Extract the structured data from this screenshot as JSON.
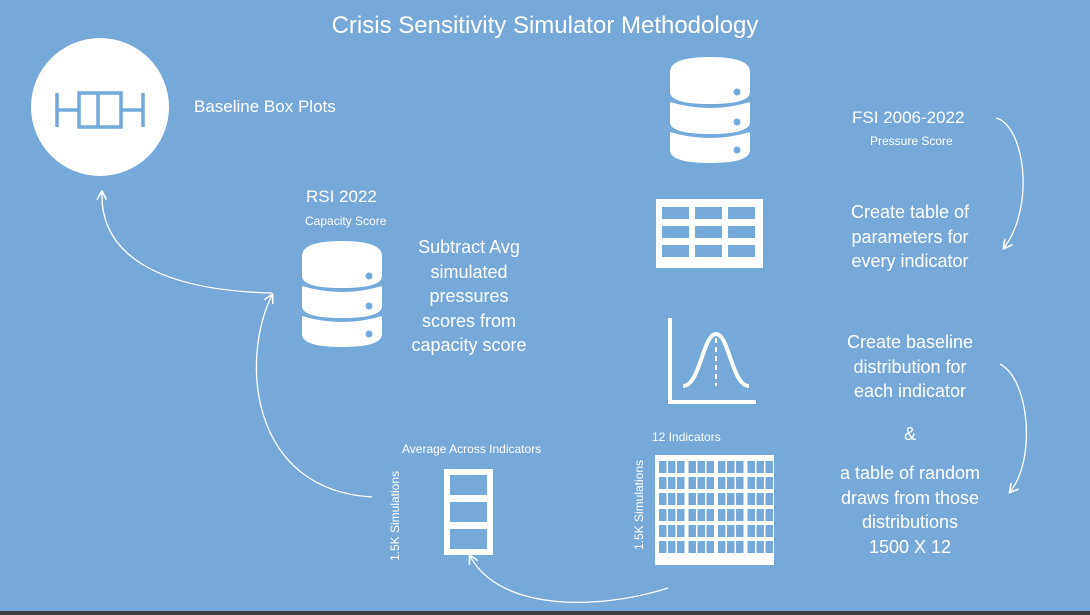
{
  "title": "Crisis Sensitivity Simulator Methodology",
  "baseline_box_plots": {
    "label": "Baseline Box Plots",
    "icon": "box-plot-icon"
  },
  "fsi": {
    "title": "FSI 2006-2022",
    "subtitle": "Pressure Score",
    "icon": "database-icon"
  },
  "table_step": {
    "lines": [
      "Create table of",
      "parameters for",
      "every indicator"
    ],
    "icon": "table-icon"
  },
  "distribution_step": {
    "lines": [
      "Create baseline",
      "distribution for",
      "each indicator"
    ],
    "icon": "bell-curve-icon"
  },
  "ampersand": "&",
  "random_draws": {
    "lines": [
      "a table of random",
      "draws from those",
      "distributions",
      "1500 X 12"
    ]
  },
  "rsi": {
    "title": "RSI 2022",
    "subtitle": "Capacity Score",
    "icon": "database-icon"
  },
  "subtract_step": {
    "lines": [
      "Subtract Avg",
      "simulated",
      "pressures",
      "scores from",
      "capacity score"
    ]
  },
  "indicators_grid": {
    "label": "12 Indicators",
    "side_label": "1.5K Simulations",
    "icon": "grid-table-icon"
  },
  "average_column": {
    "label": "Average Across Indicators",
    "side_label": "1.5K Simulations",
    "icon": "column-table-icon"
  },
  "colors": {
    "background": "#74a9d9",
    "foreground": "#ffffff",
    "icon_dark": "#74a9d9"
  }
}
